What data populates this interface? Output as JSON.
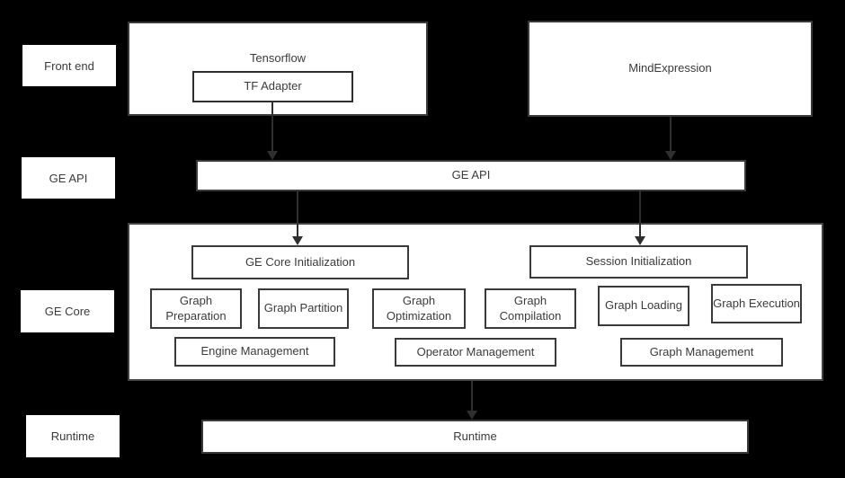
{
  "colors": {
    "background": "#000000",
    "box_background": "#ffffff",
    "box_border": "#3a3a3a",
    "text": "#3b3b3b",
    "arrow": "#2f2f2f"
  },
  "side_labels": {
    "front_end": "Front end",
    "ge_api": "GE API",
    "ge_core": "GE Core",
    "runtime": "Runtime"
  },
  "front_end_layer": {
    "tensorflow": "Tensorflow",
    "tf_adapter": "TF Adapter",
    "mind_expression": "MindExpression"
  },
  "ge_api_layer": {
    "bar_label": "GE API"
  },
  "ge_core_layer": {
    "ge_core_initialization": "GE Core Initialization",
    "session_initialization": "Session Initialization",
    "modules": [
      "Graph Preparation",
      "Graph Partition",
      "Graph Optimization",
      "Graph Compilation",
      "Graph Loading",
      "Graph Execution"
    ],
    "management": [
      "Engine Management",
      "Operator Management",
      "Graph Management"
    ]
  },
  "runtime_layer": {
    "bar_label": "Runtime"
  }
}
